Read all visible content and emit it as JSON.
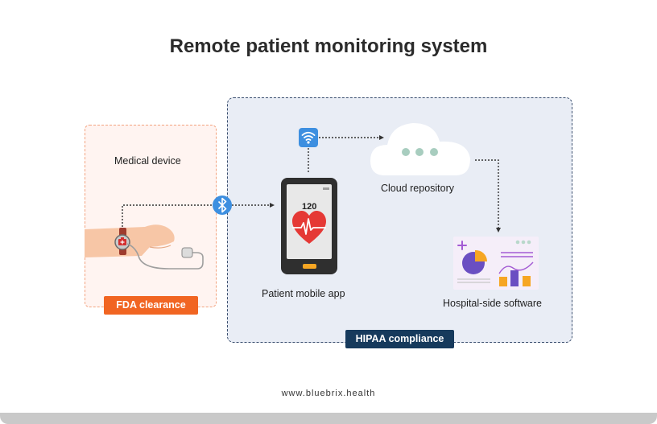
{
  "title": "Remote patient monitoring system",
  "footer": "www.bluebrix.health",
  "nodes": {
    "medical_device": "Medical device",
    "patient_app": "Patient mobile app",
    "cloud": "Cloud repository",
    "hospital": "Hospital-side software"
  },
  "phone": {
    "reading": "120"
  },
  "badges": {
    "fda": "FDA clearance",
    "hipaa": "HIPAA compliance"
  },
  "colors": {
    "orange": "#f16522",
    "navy": "#163a5c",
    "heart": "#e53935",
    "connector_blue": "#3d8fe0",
    "chart_purple": "#6a4fc2",
    "chart_orange": "#f6a623"
  },
  "icons": [
    "bluetooth-icon",
    "wifi-icon",
    "heart-icon",
    "medical-kit-icon",
    "plus-icon"
  ]
}
